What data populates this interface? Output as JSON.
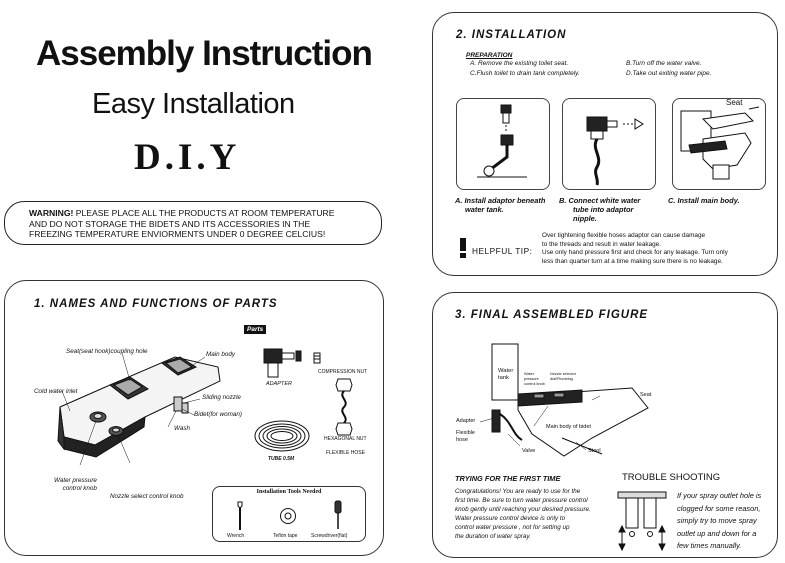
{
  "header": {
    "title": "Assembly Instruction",
    "subtitle": "Easy Installation",
    "diy": "D.I.Y"
  },
  "warning": {
    "prefix": "WARNING!",
    "line1": " PLEASE PLACE ALL THE PRODUCTS AT ROOM TEMPERATURE",
    "line2": "AND DO NOT STORAGE THE BIDETS AND ITS ACCESSORIES IN THE",
    "line3": "FREEZING TEMPERATURE ENVIORMENTS UNDER 0 DEGREE CELCIUS!"
  },
  "parts_section": {
    "title": "1. NAMES AND FUNCTIONS OF PARTS",
    "parts_badge": "Parts",
    "labels": {
      "seat": "Seat(seat hook)coupling hole",
      "main_body": "Main body",
      "cold_inlet": "Cold water inlet",
      "sliding_nozzle": "Sliding nozzle",
      "bidet": "Bidet(for woman)",
      "wash": "Wash",
      "pressure_knob_1": "Water pressure",
      "pressure_knob_2": "control knob",
      "nozzle_knob": "Nozzle select control knob",
      "adapter": "ADAPTER",
      "compression_nut": "COMPRESSION NUT",
      "hexagonal_nut": "HEXAGONAL NUT",
      "flexible_hose": "FLEXIBLE HOSE",
      "tube": "TUBE 0.5M"
    },
    "tools": {
      "title": "Installation Tools Needed",
      "wrench": "Wrench",
      "teflon": "Teflon tape",
      "screwdriver": "Screwdriver(flat)"
    }
  },
  "installation": {
    "title": "2. INSTALLATION",
    "prep_title": "PREPARATION",
    "prep_a": "A. Remove the existing toilet seat.",
    "prep_b": "B.Turn off the water valve.",
    "prep_c": "C.Flush toilet to drain tank completely.",
    "prep_d": "D.Take out exiting water pipe.",
    "seat_label": "Seat",
    "step_a_1": "A.  Install adaptor beneath",
    "step_a_2": "water tank.",
    "step_b_1": "B.  Connect white water",
    "step_b_2": "tube into adaptor",
    "step_b_3": "nipple.",
    "step_c": "C.  Install main body.",
    "tip_label": "HELPFUL TIP:",
    "tip_1": "Over tightening flexible hoses adaptor can cause damage",
    "tip_2": "to the threads and result in water leakage.",
    "tip_3": "Use only hand pressure first and check for any leakage. Turn only",
    "tip_4": "less than quarter turn at a time making sure there is no leakage."
  },
  "final": {
    "title": "3. FINAL ASSEMBLED FIGURE",
    "labels": {
      "water_tank_1": "Water",
      "water_tank_2": "tank",
      "pressure_knob": "Water pressure control knob",
      "nozzle_knob": "Nozzle selector dial/Plumbing",
      "seat": "Seat",
      "adapter": "Adapter",
      "hose_1": "Flexible",
      "hose_2": "hose",
      "main_body": "Main body of bidet",
      "valve": "Valve",
      "stool": "Stool"
    },
    "first_time_title": "TRYING FOR THE FIRST TIME",
    "first_time_lines": [
      "Congratulations! You are ready to use for the",
      "first time. Be sure to turn water pressure control",
      "knob gently until reaching your desired pressure.",
      "Water pressure control device is only to",
      "control water pressure , not for setting up",
      "the duration of water spray."
    ],
    "trouble_title": "TROUBLE SHOOTING",
    "trouble_lines": [
      "If your spray outlet hole is",
      "clogged for some reason,",
      "simply try to move spray",
      "outlet up and down for a",
      "few times manually."
    ]
  }
}
